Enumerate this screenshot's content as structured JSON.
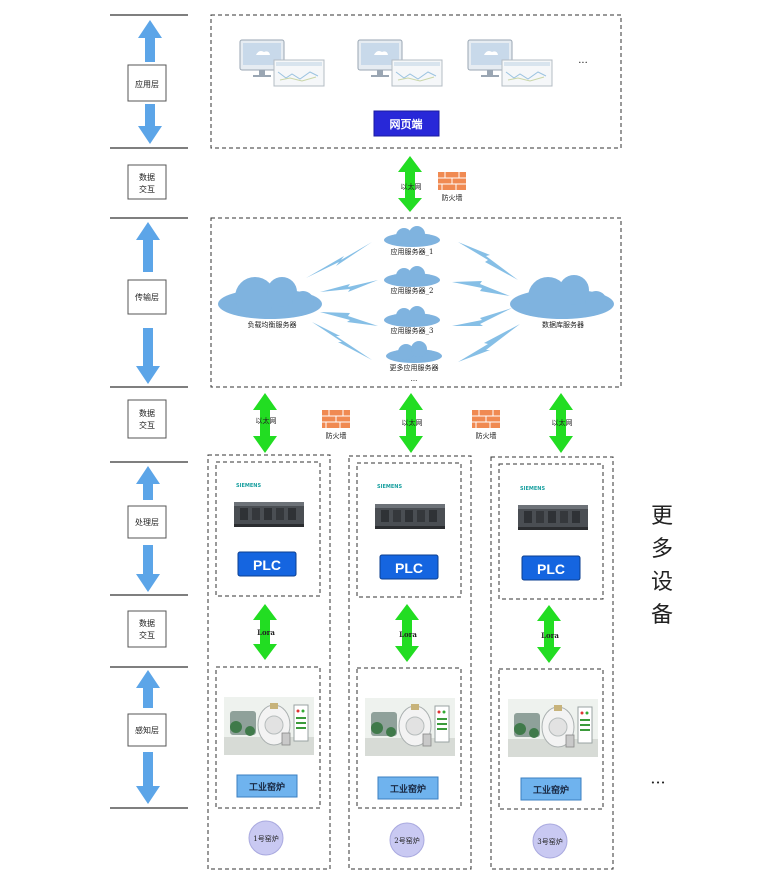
{
  "layers": {
    "application": "应用层",
    "exchange_top_1": "数据",
    "exchange_top_2": "交互",
    "transport": "传输层",
    "exchange_mid_1": "数据",
    "exchange_mid_2": "交互",
    "processing": "处理层",
    "exchange_low_1": "数据",
    "exchange_low_2": "交互",
    "sensing": "感知层"
  },
  "app_zone": {
    "web_label": "网页端",
    "ellipsis": "···"
  },
  "links": {
    "ethernet": "以太网",
    "firewall": "防火墙",
    "lora": "Lora"
  },
  "servers": {
    "load_balancer": "负载均衡服务器",
    "app1": "应用服务器_1",
    "app2": "应用服务器_2",
    "app3": "应用服务器_3",
    "more": "更多应用服务器",
    "database": "数据库服务器",
    "ellipsis": "···"
  },
  "devices": {
    "brand": "SIEMENS",
    "plc": "PLC",
    "kiln_label": "工业窑炉",
    "kiln_1": "1号窑炉",
    "kiln_2": "2号窑炉",
    "kiln_3": "3号窑炉",
    "more_1": "更",
    "more_2": "多",
    "more_3": "设",
    "more_4": "备",
    "more_ellipsis": "···"
  },
  "colors": {
    "layer_arrow": "#5ca5e8",
    "link_arrow": "#22dd22",
    "web_button": "#2828d8",
    "plc_button": "#1565e0",
    "kiln_label_bg": "#6fb3ee",
    "circle": "#c9c9f2",
    "cloud": "#7fb3df",
    "bolt": "#86bfe6",
    "firewall": "#f08a52"
  }
}
